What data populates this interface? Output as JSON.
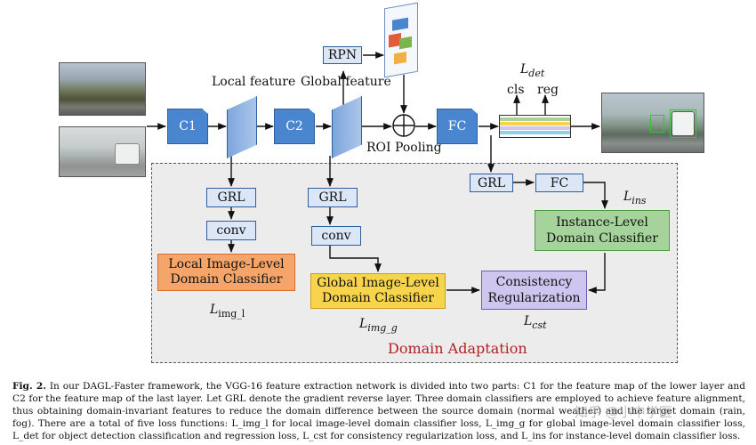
{
  "labels": {
    "local_feature": "Local feature",
    "global_feature": "Global feature",
    "rpn": "RPN",
    "c1": "C1",
    "c2": "C2",
    "fc_main": "FC",
    "roi_pooling": "ROI Pooling",
    "cls": "cls",
    "reg": "reg",
    "l_det": "L",
    "l_det_sub": "det",
    "grl_local": "GRL",
    "conv_local": "conv",
    "grl_global": "GRL",
    "conv_global": "conv",
    "grl_ins": "GRL",
    "fc_ins": "FC",
    "l_ins": "L",
    "l_ins_sub": "ins",
    "local_classifier": "Local Image-Level\nDomain Classifier",
    "global_classifier": "Global Image-Level\nDomain Classifier",
    "instance_classifier": "Instance-Level\nDomain Classifier",
    "consistency": "Consistency\nRegularization",
    "l_img_l": "L",
    "l_img_l_sub": "img_l",
    "l_img_g": "L",
    "l_img_g_sub": "img_g",
    "l_cst": "L",
    "l_cst_sub": "cst",
    "domain_adaptation": "Domain Adaptation"
  },
  "caption": {
    "fig_label": "Fig. 2.",
    "text": "In our DAGL-Faster framework, the VGG-16 feature extraction network is divided into two parts: C1 for the feature map of the lower layer and C2 for the feature map of the last layer. Let GRL denote the gradient reverse layer. Three domain classifiers are employed to achieve feature alignment, thus obtaining domain-invariant features to reduce the domain difference between the source domain (normal weather) and the target domain (rain, fog). There are a total of five loss functions: L_img_l for local image-level domain classifier loss, L_img_g for global image-level domain classifier loss, L_det for object detection classification and regression loss, L_cst for consistency regularization loss, and L_ins for instance-level domain classifier loss."
  },
  "watermark": "知乎 @小中学医",
  "colors": {
    "local_classifier": "#f5a46a",
    "global_classifier": "#f7d44c",
    "instance_classifier": "#a6d39c",
    "consistency": "#cfc6ef",
    "domain_adaptation_text": "#b22222",
    "conv_block": "#4a86d0"
  }
}
